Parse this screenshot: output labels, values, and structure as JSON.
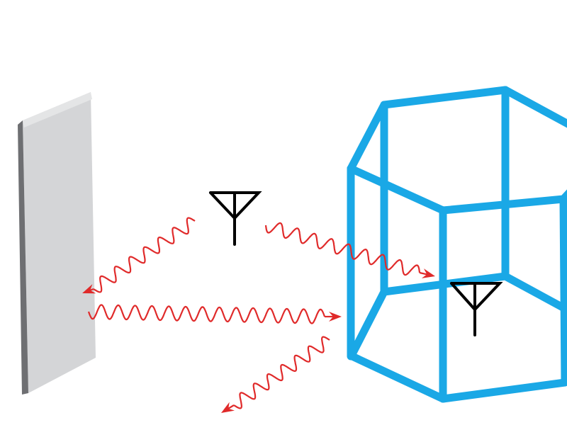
{
  "colors": {
    "background": "#ffffff",
    "cage": "#1aa8e6",
    "wave": "#e02a2a",
    "antenna": "#000000",
    "panel_face": "#d2d3d5",
    "panel_edge": "#6e6f72"
  },
  "icons": [
    "reflector-panel",
    "transmitter-antenna",
    "shielded-cage",
    "receiver-antenna",
    "wave-arrow"
  ]
}
